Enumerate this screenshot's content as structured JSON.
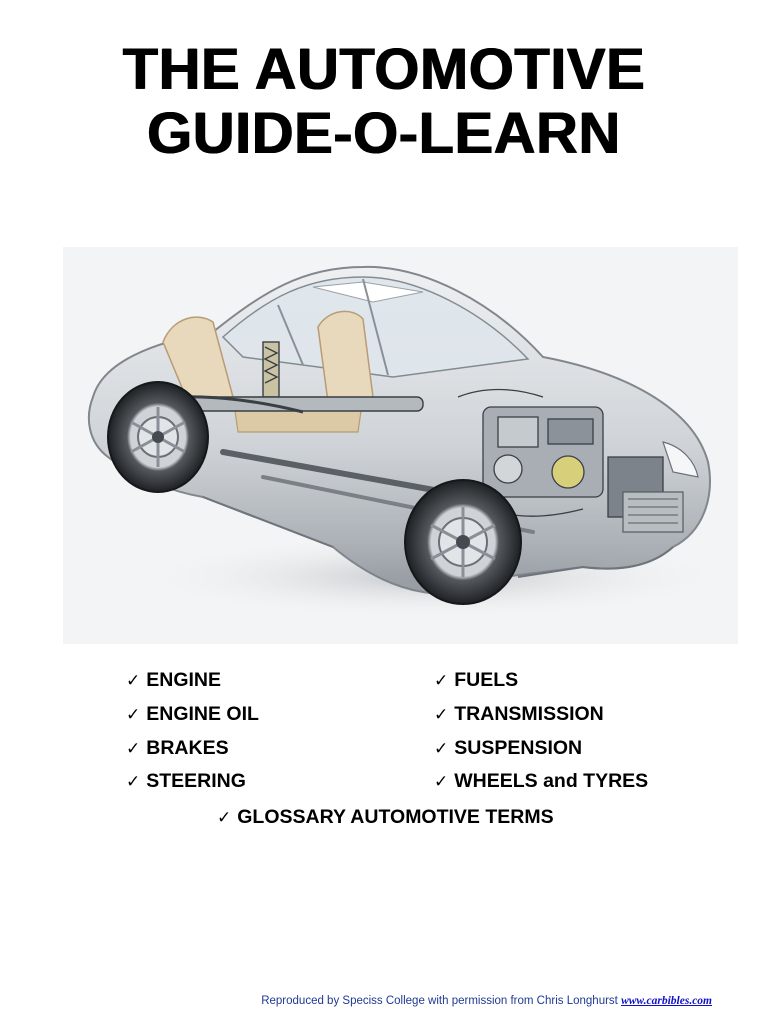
{
  "title": {
    "line1": "THE AUTOMOTIVE",
    "line2": "GUIDE-O-LEARN"
  },
  "figure": {
    "subject": "cutaway car illustration",
    "icon": "car-cutaway-illustration"
  },
  "topics": {
    "check_glyph": "✓",
    "left": [
      "ENGINE",
      "ENGINE OIL",
      "BRAKES",
      "STEERING"
    ],
    "right": [
      "FUELS",
      "TRANSMISSION",
      "SUSPENSION",
      "WHEELS and TYRES"
    ],
    "bottom": "GLOSSARY AUTOMOTIVE TERMS"
  },
  "footer": {
    "text": "Reproduced by Speciss College with permission from Chris Longhurst ",
    "link": "www.carbibles.com"
  },
  "colors": {
    "title": "#000000",
    "footer_text": "#1f3a93",
    "footer_link": "#1010c8"
  }
}
